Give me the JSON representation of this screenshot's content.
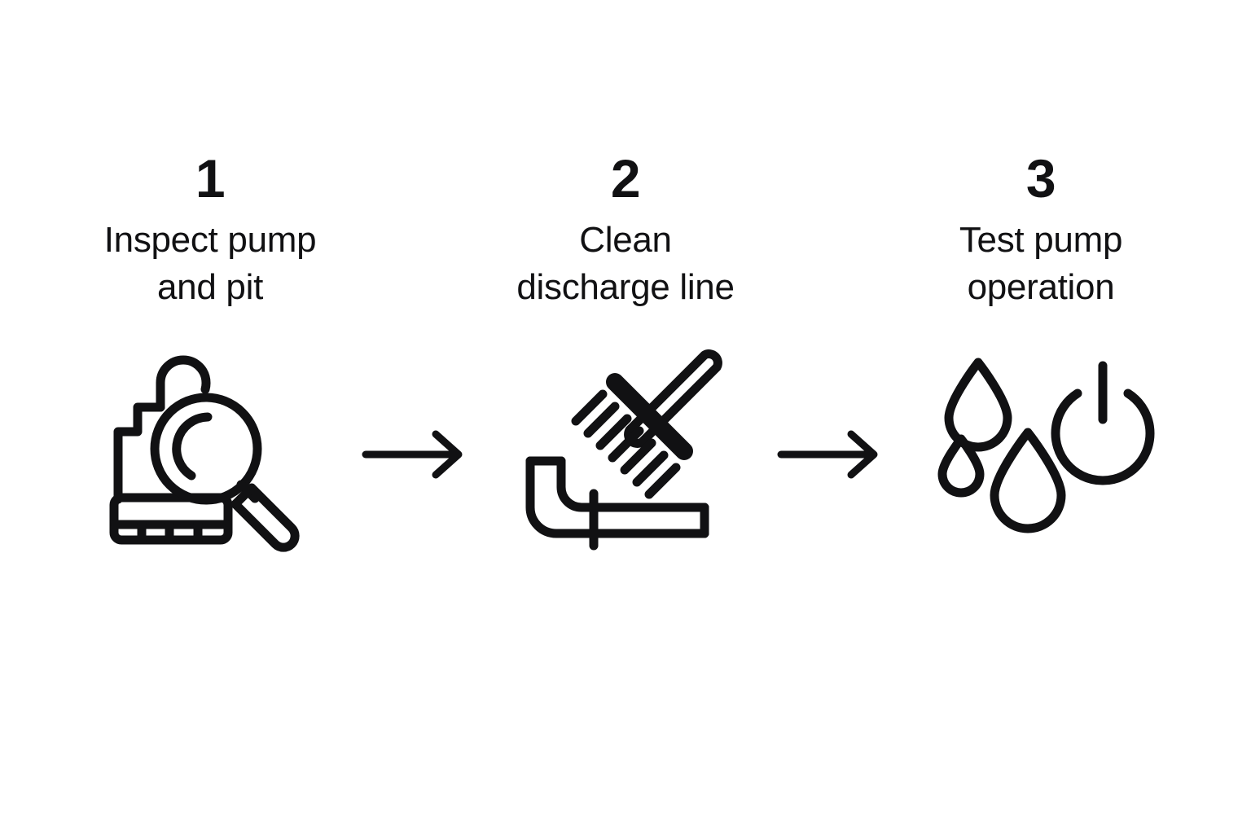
{
  "diagram": {
    "title": "Sump pump maintenance three step process",
    "background_color": "#ffffff",
    "ink_color": "#111113",
    "steps": [
      {
        "number": "1",
        "label": "Inspect pump\nand pit",
        "label_line1": "Inspect pump",
        "label_line2": "and pit",
        "icon_name": "sump-pump-with-magnifier-icon"
      },
      {
        "number": "2",
        "label": "Clean\ndischarge line",
        "label_line1": "Clean",
        "label_line2": "discharge line",
        "icon_name": "brush-and-elbow-pipe-icon"
      },
      {
        "number": "3",
        "label": "Test pump\noperation",
        "label_line1": "Test pump",
        "label_line2": "operation",
        "icon_name": "water-droplets-and-power-icon"
      }
    ],
    "connectors": [
      {
        "name": "arrow-right-icon",
        "from": "1",
        "to": "2"
      },
      {
        "name": "arrow-right-icon",
        "from": "2",
        "to": "3"
      }
    ]
  }
}
